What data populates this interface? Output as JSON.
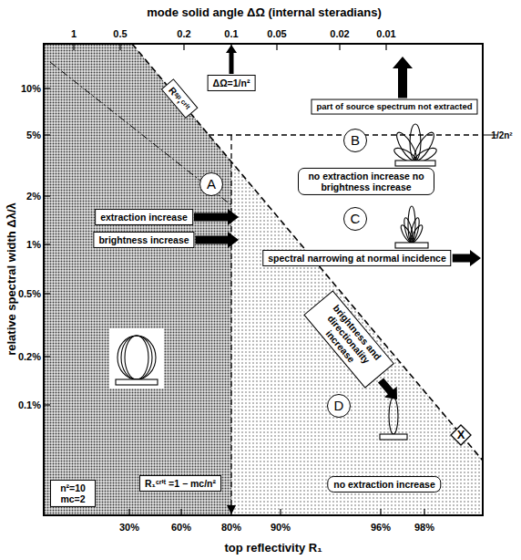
{
  "diagram": {
    "nodes": [
      {
        "text": [
          "Rˢᵖ,ᶜʳⁱᵗ"
        ]
      },
      {
        "text": [
          "ΔΩ=1/n²"
        ]
      },
      {
        "text": [
          "part of source spectrum not extracted"
        ]
      },
      {
        "text": [
          "B"
        ]
      },
      {
        "text": [
          "A"
        ]
      },
      {
        "text": [
          "no extraction increase no brightness increase"
        ]
      },
      {
        "text": [
          "C"
        ]
      },
      {
        "text": [
          "extraction increase"
        ]
      },
      {
        "text": [
          "spectral narrowing at normal incidence"
        ]
      },
      {
        "text": [
          "brightness increase"
        ]
      },
      {
        "text": [
          "brightness and directionality increase"
        ]
      },
      {
        "text": [
          "D"
        ]
      },
      {
        "text": [
          "X"
        ]
      },
      {
        "text": [
          "n²=10 mc=2"
        ]
      },
      {
        "text": [
          "R₁ᶜʳⁱᵗ =1 − mc/n²"
        ]
      },
      {
        "text": [
          "no extraction increase"
        ]
      }
    ],
    "labels": [
      "mode solid angle ΔΩ (internal steradians)",
      "1",
      "0.5",
      "0.2",
      "0.1",
      "0.05",
      "0.02",
      "0.01",
      "relative spectral width Δλ/λ",
      "10%",
      "5%",
      "2%",
      "1%",
      "0.5%",
      "0.2%",
      "0.1%",
      "1/2n²",
      "30%",
      "60%",
      "80%",
      "90%",
      "96%",
      "98%",
      "top reflectivity R₁"
    ]
  }
}
